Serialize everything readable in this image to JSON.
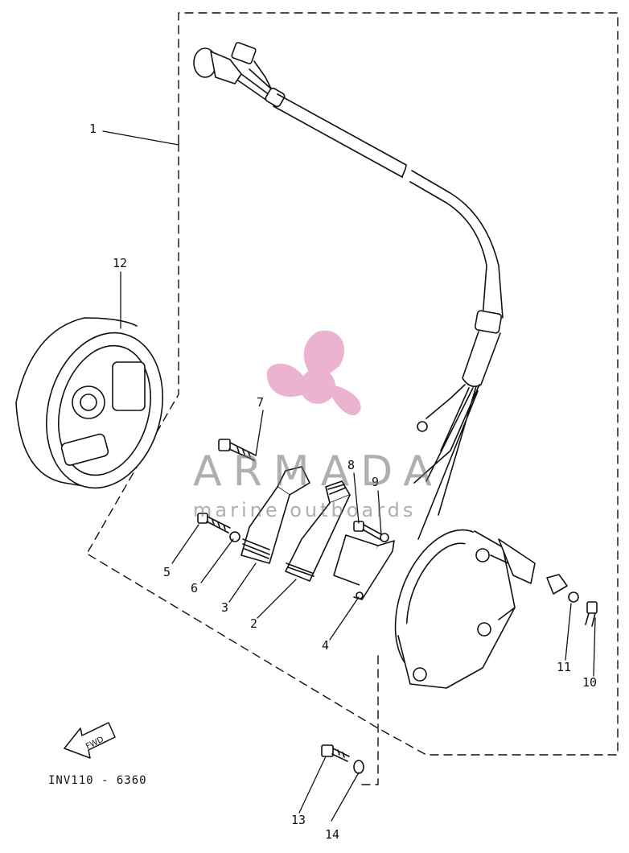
{
  "callouts": [
    "1",
    "2",
    "3",
    "4",
    "5",
    "6",
    "7",
    "8",
    "9",
    "10",
    "11",
    "12",
    "13",
    "14"
  ],
  "fwd_label": "FWD",
  "drawing_code": "INV110 - 6360",
  "watermark": {
    "brand": "ARMADA",
    "tagline": "marine outboards",
    "color": "#e9a6c8"
  }
}
